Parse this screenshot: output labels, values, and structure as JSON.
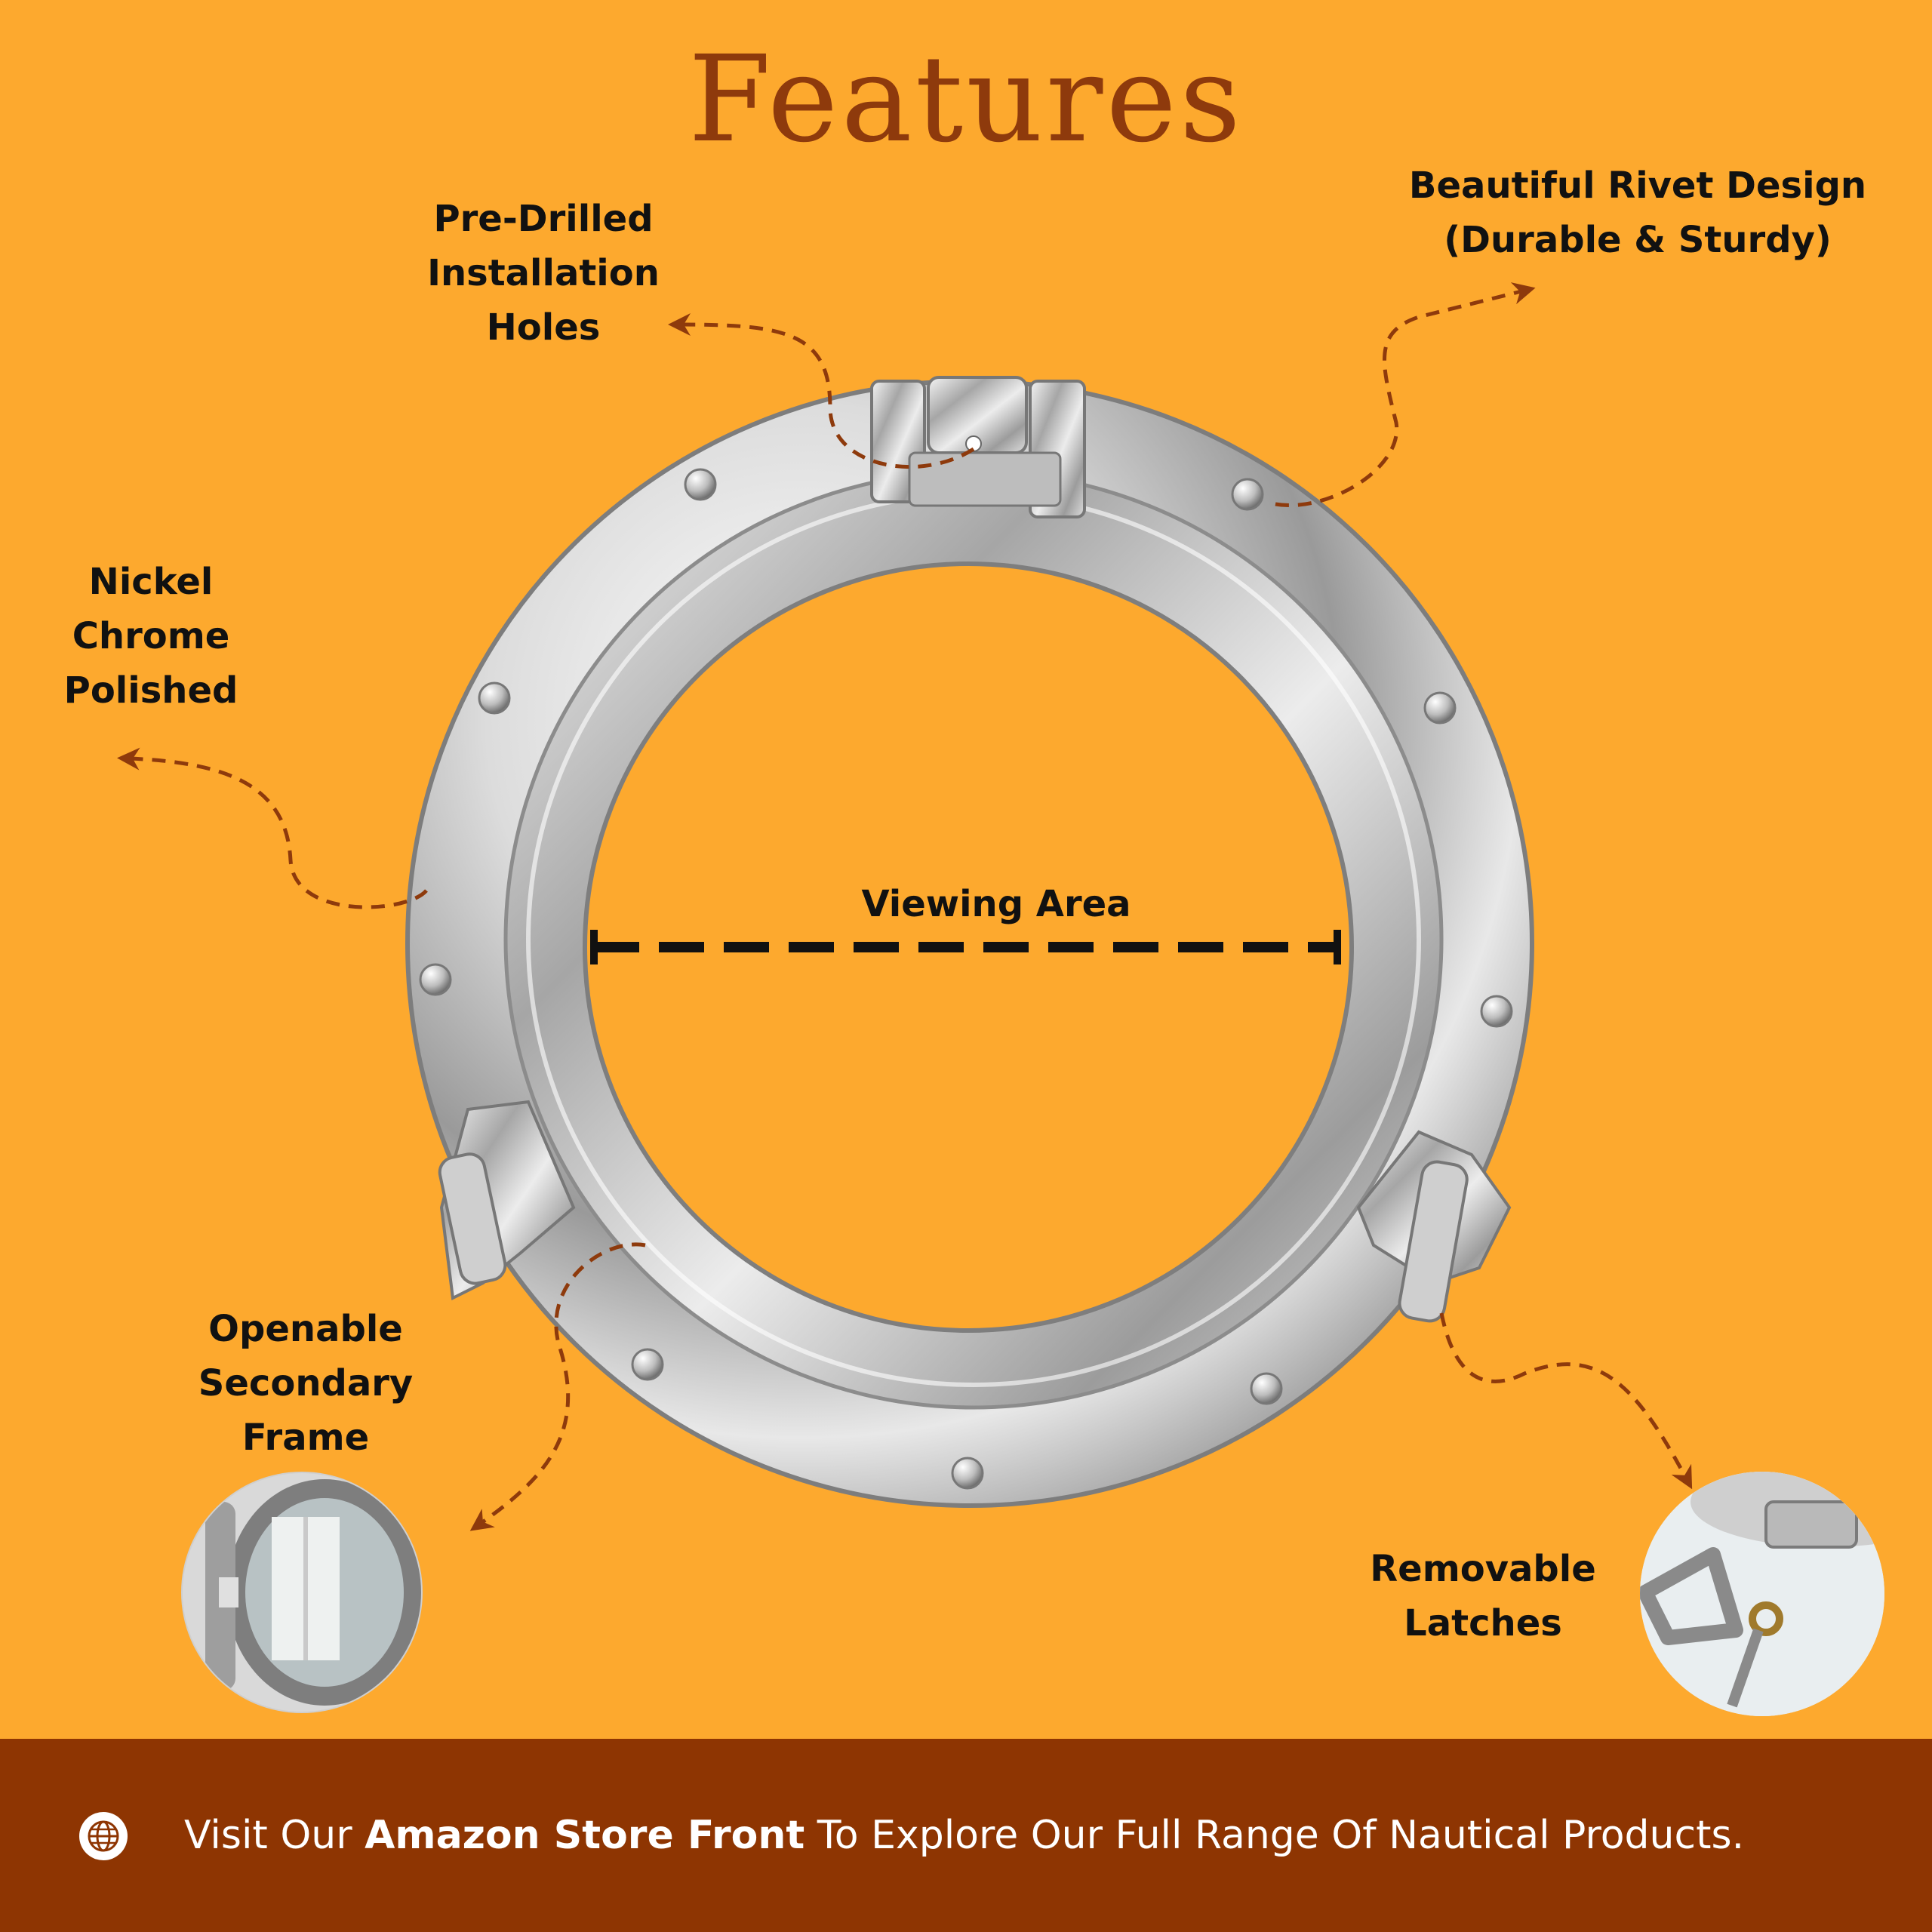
{
  "title": "Features",
  "labels": {
    "pre_drilled": [
      "Pre-Drilled",
      "Installation",
      "Holes"
    ],
    "rivet": [
      "Beautiful Rivet Design",
      "(Durable & Sturdy)"
    ],
    "nickel": [
      "Nickel",
      "Chrome",
      "Polished"
    ],
    "viewing_area": "Viewing Area",
    "openable": [
      "Openable",
      "Secondary",
      "Frame"
    ],
    "removable": [
      "Removable",
      "Latches"
    ]
  },
  "footer": {
    "icon": "globe-icon",
    "text_before": "Visit Our ",
    "text_bold": "Amazon Store Front",
    "text_after": " To Explore Our Full Range Of Nautical Products."
  },
  "colors": {
    "background": "#FDA92E",
    "accent": "#8E3A0C",
    "footer": "#8E3502"
  }
}
